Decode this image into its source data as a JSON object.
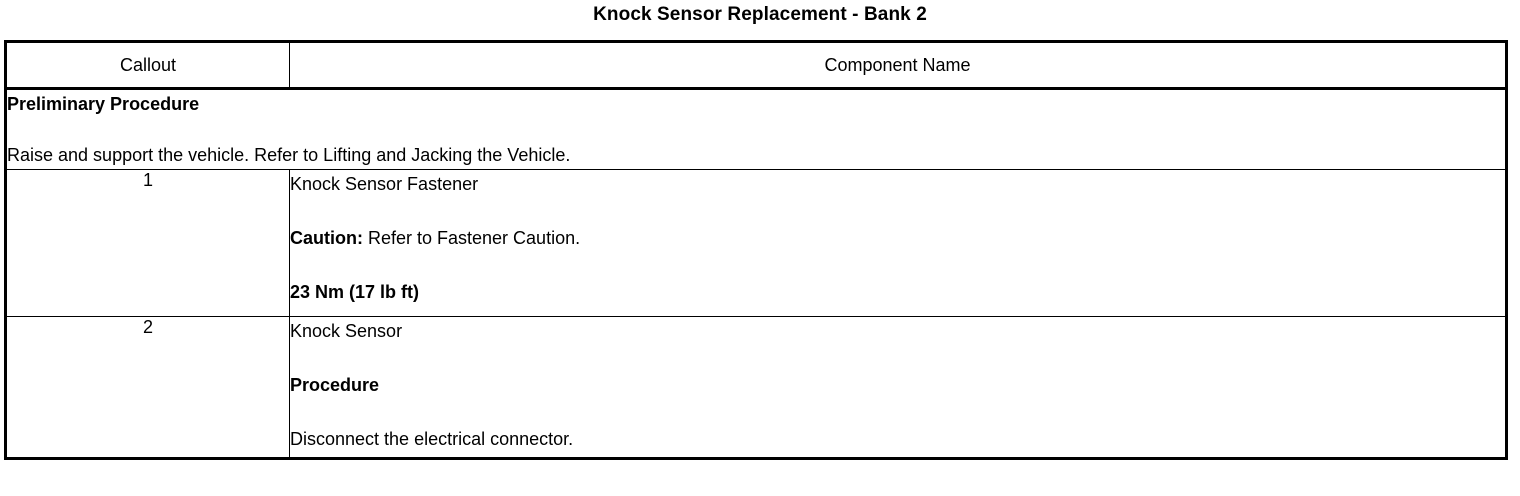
{
  "document": {
    "title": "Knock Sensor Replacement - Bank 2"
  },
  "table": {
    "headers": {
      "callout": "Callout",
      "component_name": "Component Name"
    },
    "preliminary": {
      "heading": "Preliminary Procedure",
      "text": "Raise and support the vehicle. Refer to Lifting and Jacking the Vehicle."
    },
    "rows": [
      {
        "callout": "1",
        "component": "Knock Sensor Fastener",
        "caution_label": "Caution:",
        "caution_text": " Refer to Fastener Caution.",
        "torque": "23 Nm (17 lb ft)"
      },
      {
        "callout": "2",
        "component": "Knock Sensor",
        "procedure_label": "Procedure",
        "procedure_step": "Disconnect the electrical connector."
      }
    ]
  }
}
